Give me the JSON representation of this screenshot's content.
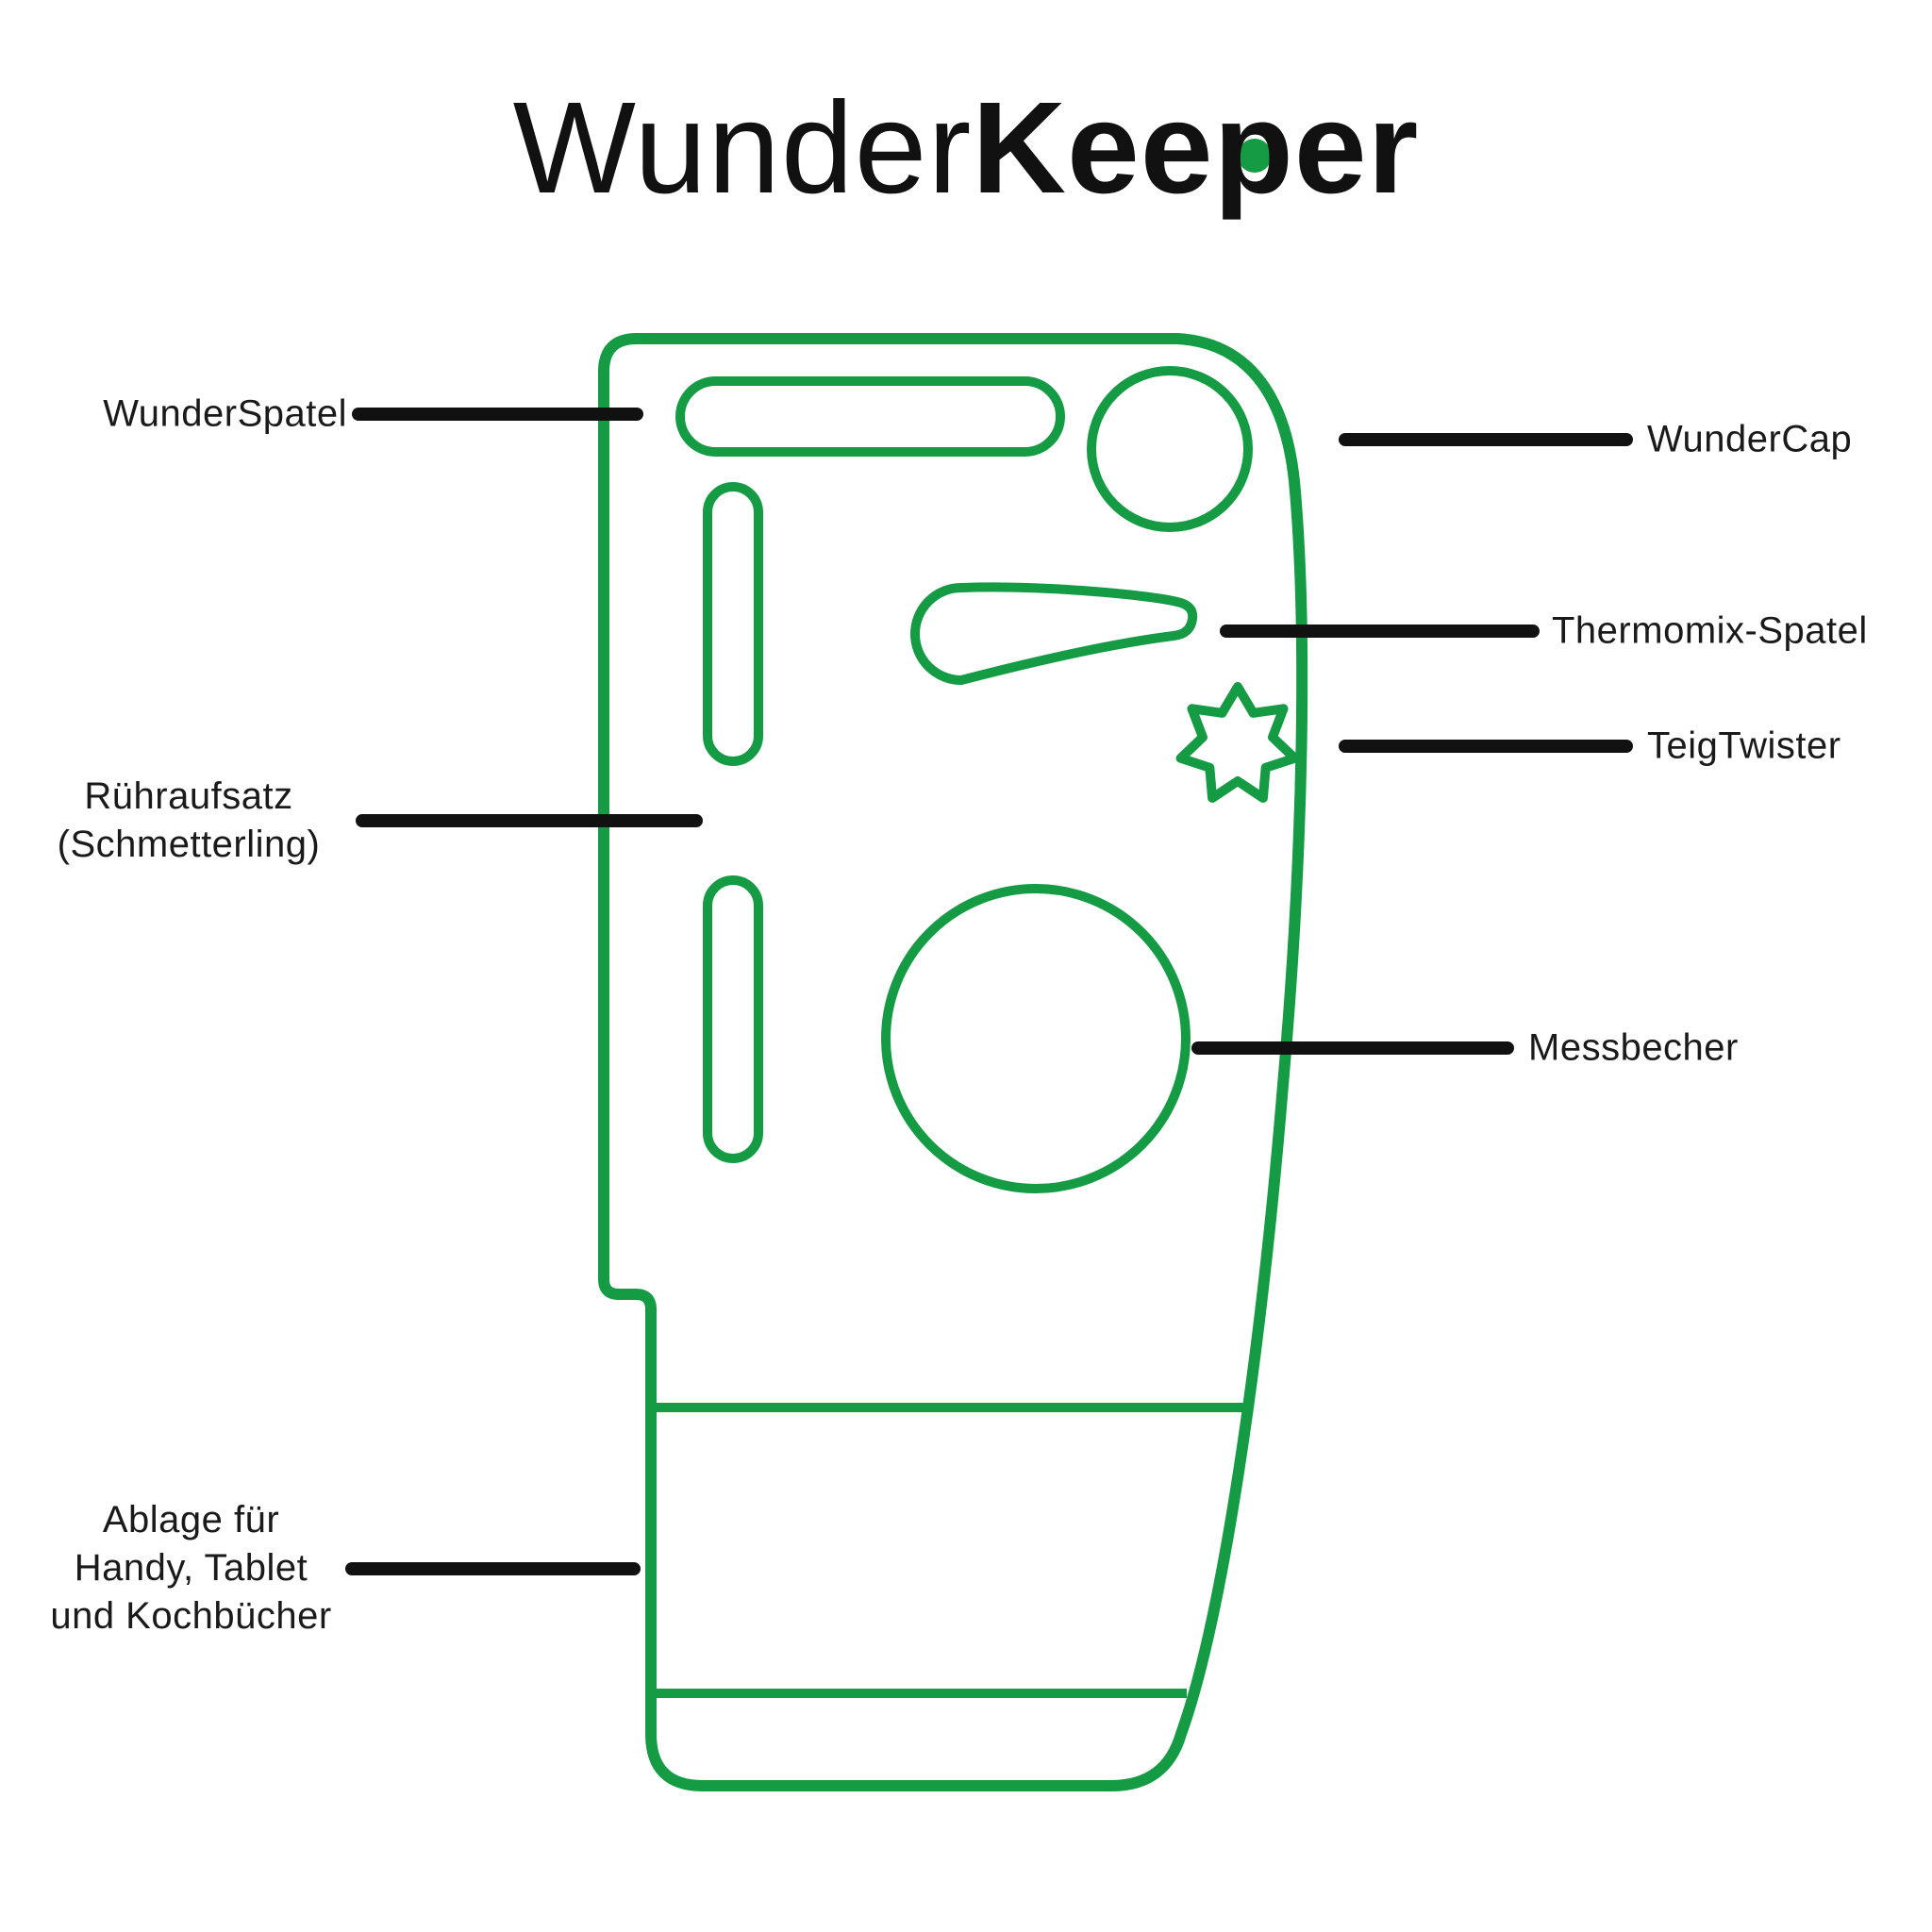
{
  "title": {
    "light": "Wunder",
    "bold_pre": "Kee",
    "bold_p": "p",
    "bold_post": "er"
  },
  "colors": {
    "green": "#169b45",
    "black": "#111111"
  },
  "labels": {
    "wunderspatel": "WunderSpatel",
    "wundercap": "WunderCap",
    "thermomix_spatel": "Thermomix-Spatel",
    "teigtwister": "TeigTwister",
    "ruehraufsatz": "Rühraufsatz\n(Schmetterling)",
    "messbecher": "Messbecher",
    "ablage": "Ablage für\nHandy, Tablet\nund Kochbücher"
  }
}
